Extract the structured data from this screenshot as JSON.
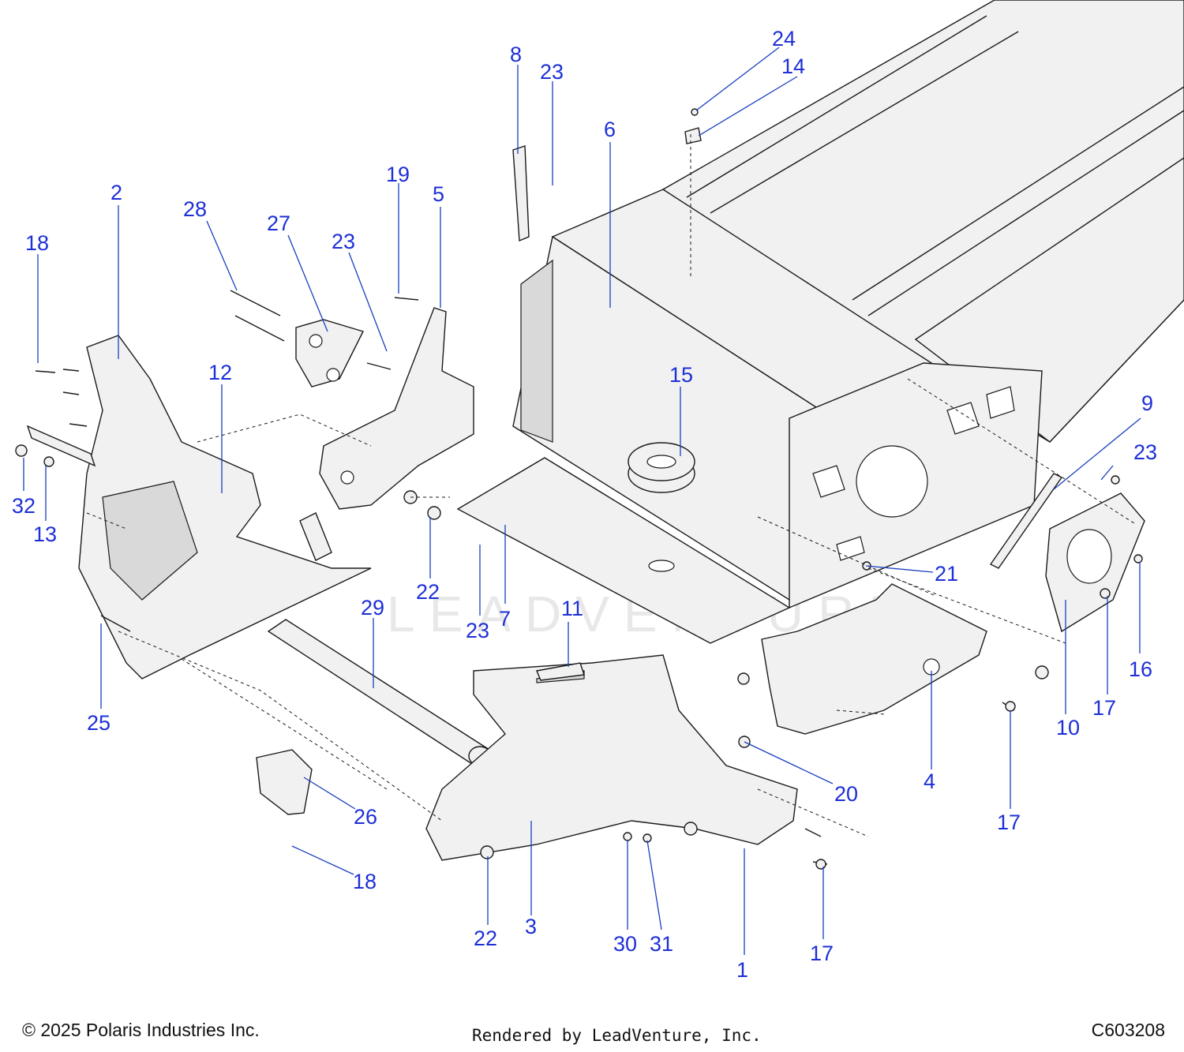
{
  "watermark": "LEADVENTURE",
  "callouts": [
    {
      "id": "c1",
      "label": "1"
    },
    {
      "id": "c2",
      "label": "2"
    },
    {
      "id": "c3",
      "label": "3"
    },
    {
      "id": "c4",
      "label": "4"
    },
    {
      "id": "c5",
      "label": "5"
    },
    {
      "id": "c6",
      "label": "6"
    },
    {
      "id": "c7",
      "label": "7"
    },
    {
      "id": "c8",
      "label": "8"
    },
    {
      "id": "c9",
      "label": "9"
    },
    {
      "id": "c10",
      "label": "10"
    },
    {
      "id": "c11",
      "label": "11"
    },
    {
      "id": "c12",
      "label": "12"
    },
    {
      "id": "c13",
      "label": "13"
    },
    {
      "id": "c14",
      "label": "14"
    },
    {
      "id": "c15",
      "label": "15"
    },
    {
      "id": "c16",
      "label": "16"
    },
    {
      "id": "c17a",
      "label": "17"
    },
    {
      "id": "c17b",
      "label": "17"
    },
    {
      "id": "c17c",
      "label": "17"
    },
    {
      "id": "c18a",
      "label": "18"
    },
    {
      "id": "c18b",
      "label": "18"
    },
    {
      "id": "c19",
      "label": "19"
    },
    {
      "id": "c20",
      "label": "20"
    },
    {
      "id": "c21",
      "label": "21"
    },
    {
      "id": "c22a",
      "label": "22"
    },
    {
      "id": "c22b",
      "label": "22"
    },
    {
      "id": "c23a",
      "label": "23"
    },
    {
      "id": "c23b",
      "label": "23"
    },
    {
      "id": "c23c",
      "label": "23"
    },
    {
      "id": "c23d",
      "label": "23"
    },
    {
      "id": "c24",
      "label": "24"
    },
    {
      "id": "c25",
      "label": "25"
    },
    {
      "id": "c26",
      "label": "26"
    },
    {
      "id": "c27",
      "label": "27"
    },
    {
      "id": "c28",
      "label": "28"
    },
    {
      "id": "c29",
      "label": "29"
    },
    {
      "id": "c30",
      "label": "30"
    },
    {
      "id": "c31",
      "label": "31"
    },
    {
      "id": "c32",
      "label": "32"
    }
  ],
  "footer": {
    "copyright": "© 2025 Polaris Industries Inc.",
    "rendered_by": "Rendered by LeadVenture, Inc.",
    "diagram_code": "C603208"
  }
}
